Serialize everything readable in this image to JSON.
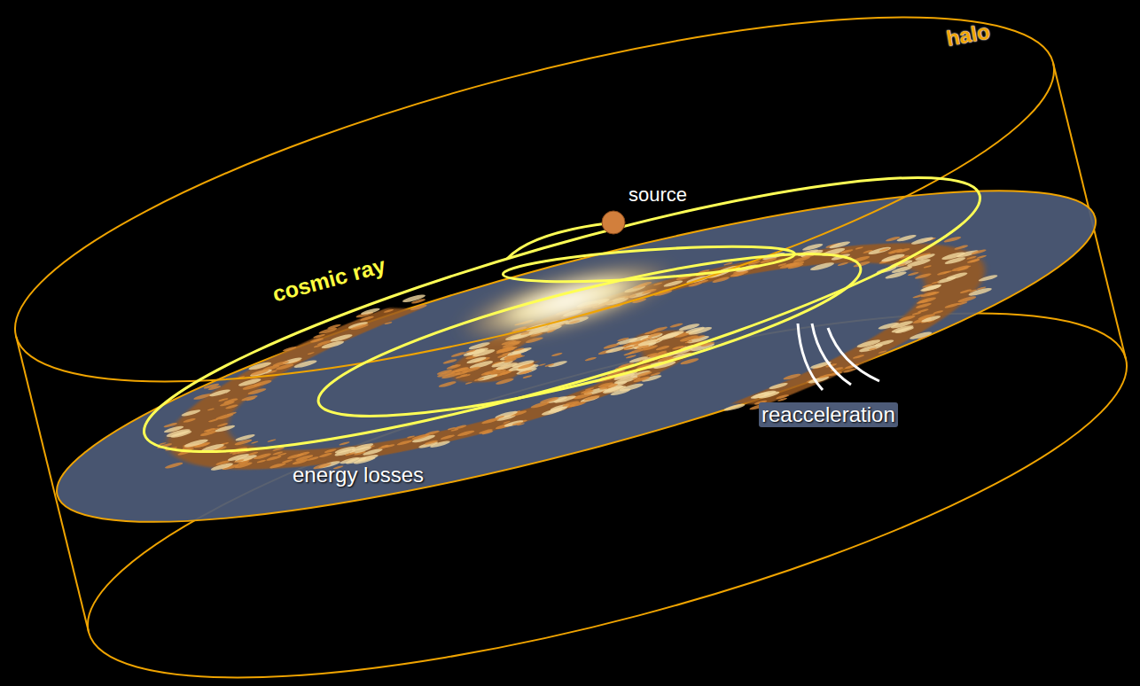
{
  "diagram": {
    "labels": [
      "halo",
      "source",
      "cosmic ray",
      "reacceleration",
      "energy losses"
    ]
  }
}
